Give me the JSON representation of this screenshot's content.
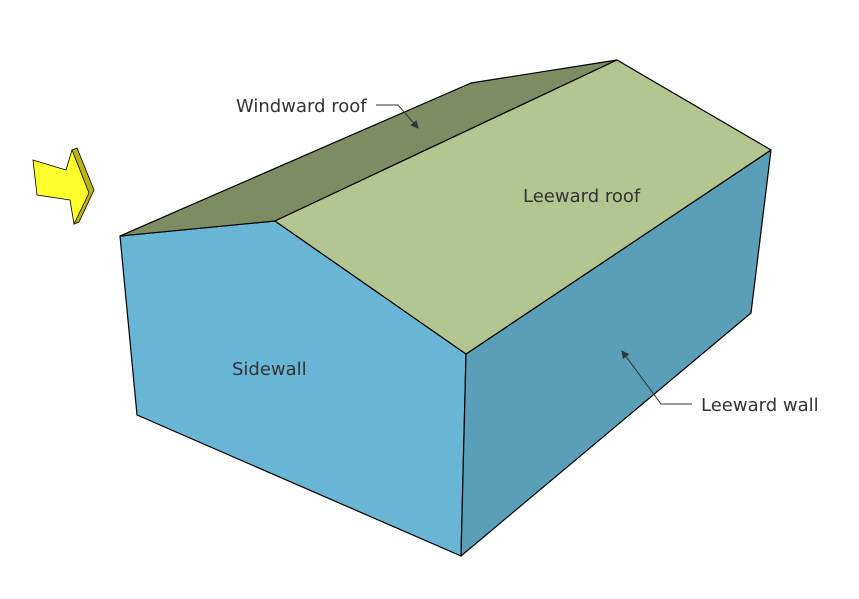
{
  "labels": {
    "windward_roof": "Windward roof",
    "leeward_roof": "Leeward roof",
    "sidewall": "Sidewall",
    "leeward_wall": "Leeward wall"
  },
  "colors": {
    "background": "#ffffff",
    "sidewall": "#69b5d5",
    "leeward_wall": "#5a9eb8",
    "windward_roof": "#7d8c62",
    "leeward_roof": "#b3c590",
    "wind_arrow_face": "#ffff2e",
    "wind_arrow_side": "#b9b314",
    "edge": "#000000",
    "label_text": "#333333"
  },
  "icons": {
    "wind_direction": "wind-arrow-icon"
  }
}
